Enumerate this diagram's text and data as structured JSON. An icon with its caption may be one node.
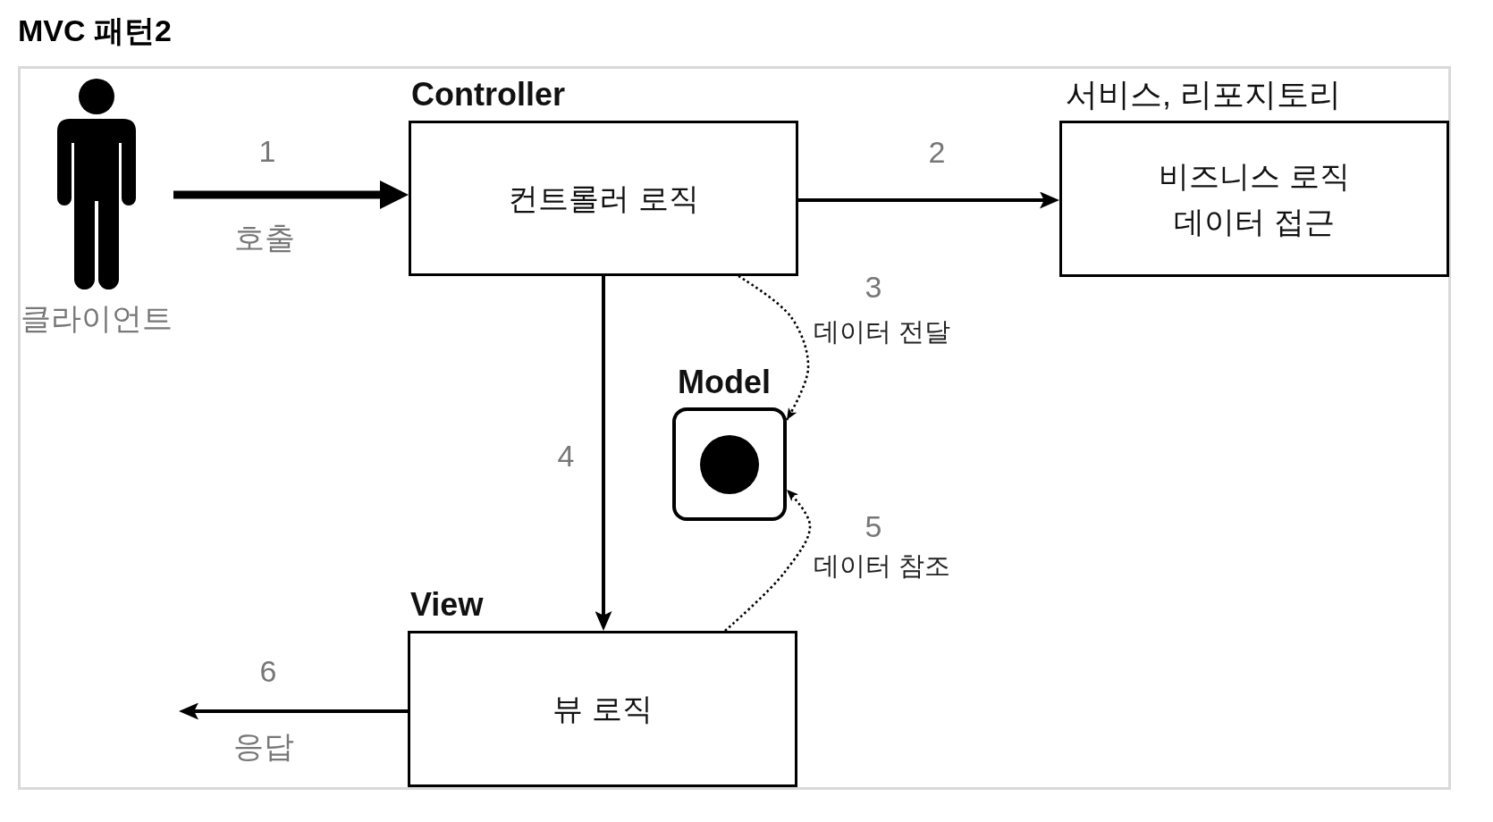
{
  "diagram": {
    "title": "MVC 패턴2",
    "nodes": [
      {
        "text": [
          "클라이언트"
        ]
      },
      {
        "text": [
          "Controller",
          "컨트롤러 로직"
        ]
      },
      {
        "text": [
          "서비스, 리포지토리",
          "비즈니스 로직",
          "데이터 접근"
        ]
      },
      {
        "text": [
          "Model"
        ]
      },
      {
        "text": [
          "View",
          "뷰 로직"
        ]
      }
    ],
    "edges": [
      {
        "from": 0,
        "to": 1,
        "arrow": "to",
        "label": "1",
        "style": "thick"
      },
      {
        "from": 1,
        "to": 2,
        "arrow": "to",
        "label": "2"
      },
      {
        "from": 1,
        "to": 3,
        "arrow": "to",
        "label": "3",
        "style": "dashed"
      },
      {
        "from": 1,
        "to": 4,
        "arrow": "to",
        "label": "4"
      },
      {
        "from": 4,
        "to": 3,
        "arrow": "to",
        "label": "5",
        "style": "dashed"
      },
      {
        "from": 4,
        "to": null,
        "arrow": "to",
        "label": "6"
      }
    ],
    "labels": [
      "호출",
      "데이터 전달",
      "데이터 참조",
      "응답"
    ]
  }
}
